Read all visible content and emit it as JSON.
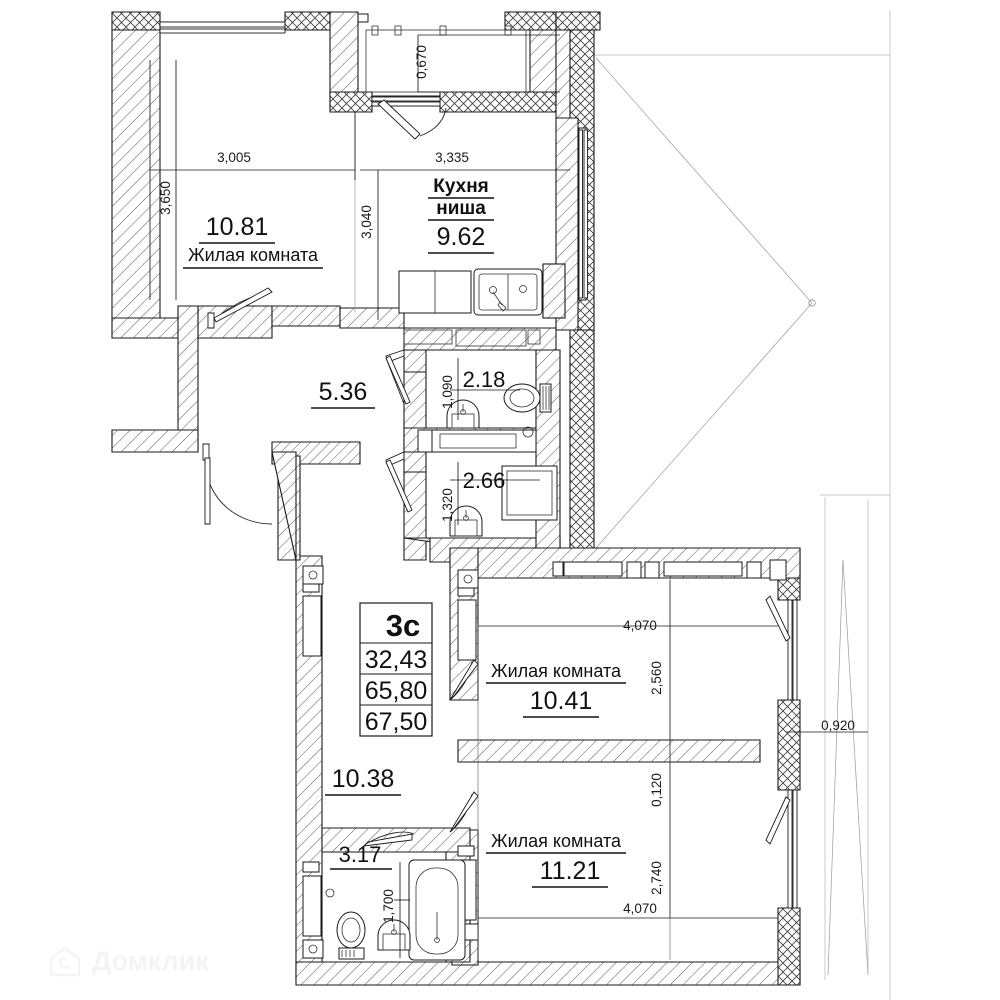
{
  "document": {
    "kind": "apartment-floor-plan",
    "watermark": {
      "brand": "Домклик",
      "icon": "house-logo-icon"
    }
  },
  "badge": {
    "type_label": "3с",
    "total_area": "32,43",
    "living_area": "65,80",
    "full_area": "67,50"
  },
  "rooms": [
    {
      "id": "living-1",
      "name": "Жилая комната",
      "area": "10.81"
    },
    {
      "id": "kitchen",
      "name_line1": "Кухня",
      "name_line2": "ниша",
      "area": "9.62"
    },
    {
      "id": "hall",
      "name": "",
      "area": "5.36"
    },
    {
      "id": "wc",
      "name": "",
      "area": "2.18"
    },
    {
      "id": "bath-small",
      "name": "",
      "area": "2.66"
    },
    {
      "id": "corridor",
      "name": "",
      "area": "10.38"
    },
    {
      "id": "bath",
      "name": "",
      "area": "3.17"
    },
    {
      "id": "living-2",
      "name": "Жилая комната",
      "area": "10.41"
    },
    {
      "id": "living-3",
      "name": "Жилая комната",
      "area": "11.21"
    }
  ],
  "dimensions": {
    "d_0670": "0,670",
    "d_3005": "3,005",
    "d_3335": "3,335",
    "d_3650": "3,650",
    "d_3040": "3,040",
    "d_1090": "1,090",
    "d_1320": "1,320",
    "d_4070_a": "4,070",
    "d_2560": "2,560",
    "d_0120": "0,120",
    "d_2740": "2,740",
    "d_4070_b": "4,070",
    "d_0920": "0,920",
    "d_1700": "1,700"
  },
  "colors": {
    "ink": "#1a1a1a",
    "paper": "#ffffff",
    "faint": "#9a9a9a",
    "watermark": "#f4f4f4"
  }
}
